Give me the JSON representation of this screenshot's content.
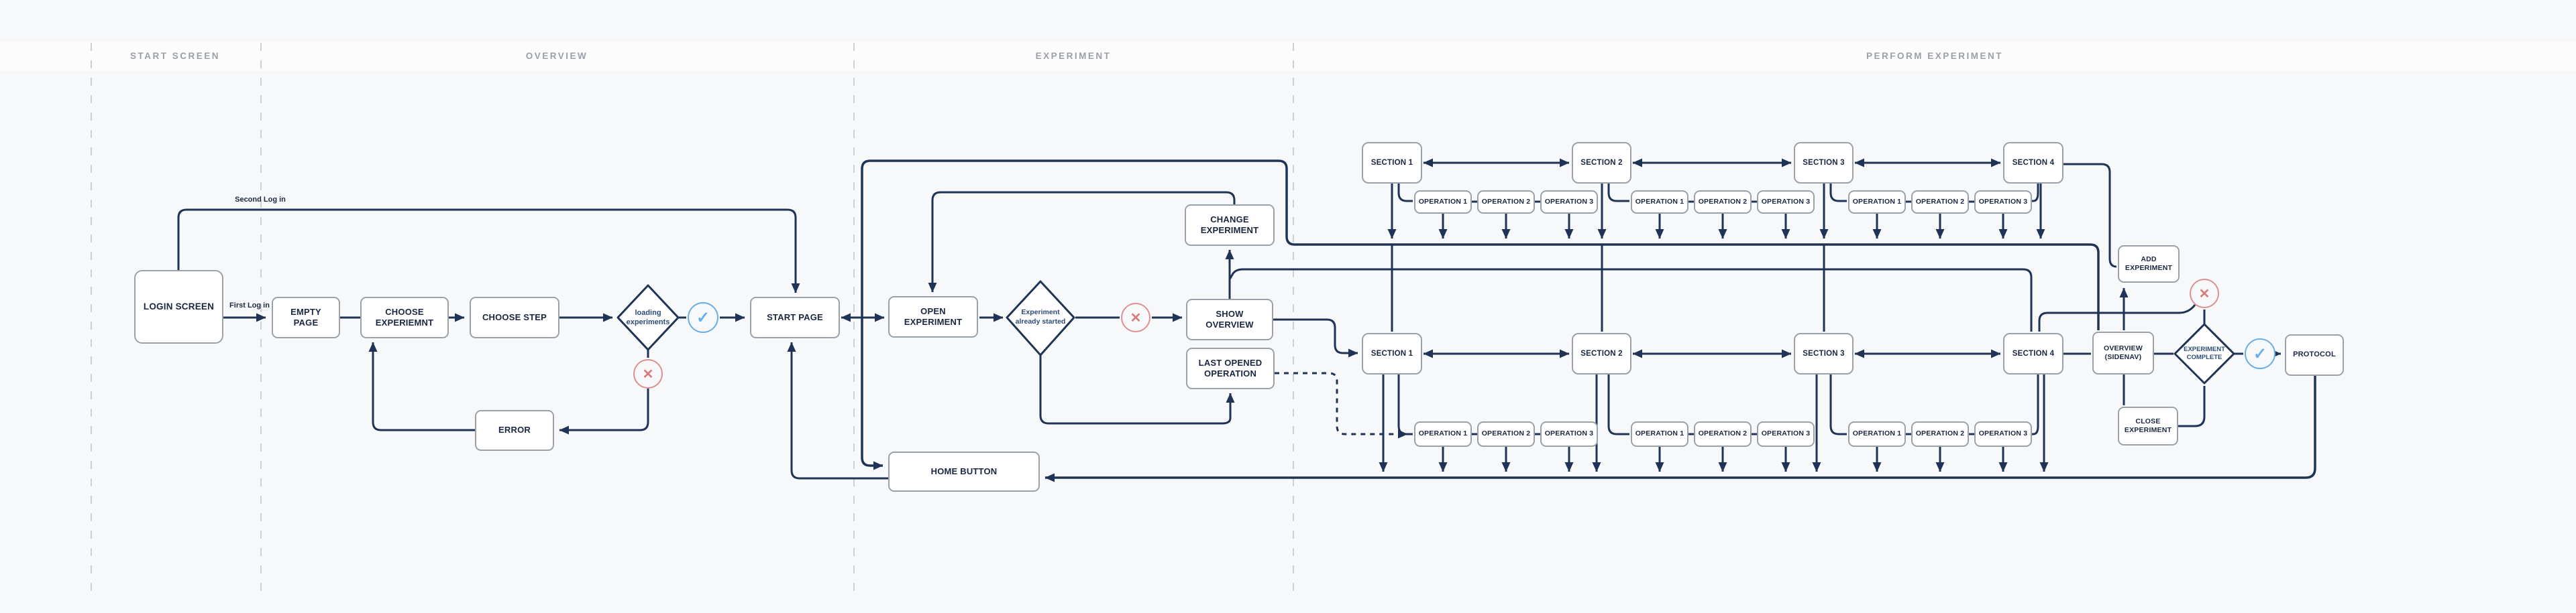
{
  "lanes": [
    {
      "label": "START SCREEN"
    },
    {
      "label": "OVERVIEW"
    },
    {
      "label": "EXPERIMENT"
    },
    {
      "label": "PERFORM EXPERIMENT"
    }
  ],
  "labels": {
    "first_login": "First Log in",
    "second_login": "Second Log in"
  },
  "icons": {
    "check": "✓",
    "cross": "✕"
  },
  "colors": {
    "line": "#1e3355",
    "box_border": "#9aa1a8",
    "text": "#1b2740",
    "check": "#6aaee8",
    "cross": "#d97b7b",
    "lane_text": "#9aa0a6",
    "background": "#f7f8f9"
  },
  "nodes": {
    "login_screen": "LOGIN SCREEN",
    "empty_page": "EMPTY PAGE",
    "choose_experiemnt": "CHOOSE EXPERIEMNT",
    "choose_step": "CHOOSE STEP",
    "loading_experiments": "loading experiments",
    "error": "ERROR",
    "start_page": "START PAGE",
    "open_experiment": "OPEN EXPERIMENT",
    "experiment_already_started": "Experiment already started",
    "show_overview": "SHOW OVERVIEW",
    "change_experiment": "CHANGE EXPERIMENT",
    "last_opened_operation": "LAST OPENED OPERATION",
    "home_button": "HOME BUTTON",
    "add_experiment": "ADD EXPERIMENT",
    "overview_sidenav": "OVERVIEW (SIDENAV)",
    "experiment_complete": "EXPERIMENT COMPLETE",
    "protocol": "PROTOCOL",
    "close_experiment": "CLOSE EXPERIMENT",
    "top_sections": [
      "SECTION 1",
      "SECTION 2",
      "SECTION 3",
      "SECTION 4"
    ],
    "bottom_sections": [
      "SECTION 1",
      "SECTION 2",
      "SECTION 3",
      "SECTION 4"
    ],
    "top_operations": [
      [
        "OPERATION 1",
        "OPERATION 2",
        "OPERATION 3"
      ],
      [
        "OPERATION 1",
        "OPERATION 2",
        "OPERATION 3"
      ],
      [
        "OPERATION 1",
        "OPERATION 2",
        "OPERATION 3"
      ]
    ],
    "bottom_operations": [
      [
        "OPERATION 1",
        "OPERATION 2",
        "OPERATION 3"
      ],
      [
        "OPERATION 1",
        "OPERATION 2",
        "OPERATION 3"
      ],
      [
        "OPERATION 1",
        "OPERATION 2",
        "OPERATION 3"
      ]
    ]
  }
}
